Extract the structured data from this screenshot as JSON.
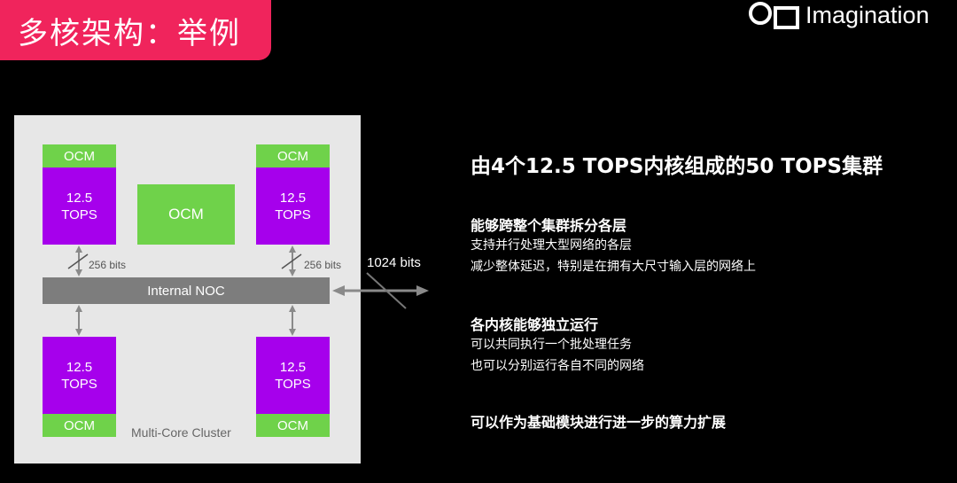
{
  "header": {
    "title": "多核架构：举例",
    "brand_color": "#f0245c"
  },
  "logo": {
    "text": "Imagination",
    "icon": "imagination-logo-icon"
  },
  "diagram": {
    "ocm_label": "OCM",
    "core_label": "12.5\nTOPS",
    "noc_label": "Internal NOC",
    "bus_label": "256 bits",
    "external_bus_label": "1024 bits",
    "cluster_label": "Multi-Core Cluster",
    "colors": {
      "ocm": "#6fd24a",
      "core": "#a600ec",
      "noc": "#7d7d7d",
      "cluster_bg": "#e7e7e7"
    }
  },
  "content": {
    "title": "由4个12.5 TOPS内核组成的50 TOPS集群",
    "sections": [
      {
        "heading": "能够跨整个集群拆分各层",
        "lines": [
          "支持并行处理大型网络的各层",
          "减少整体延迟，特别是在拥有大尺寸输入层的网络上"
        ]
      },
      {
        "heading": "各内核能够独立运行",
        "lines": [
          "可以共同执行一个批处理任务",
          "也可以分别运行各自不同的网络"
        ]
      },
      {
        "heading": "可以作为基础模块进行进一步的算力扩展",
        "lines": []
      }
    ]
  }
}
